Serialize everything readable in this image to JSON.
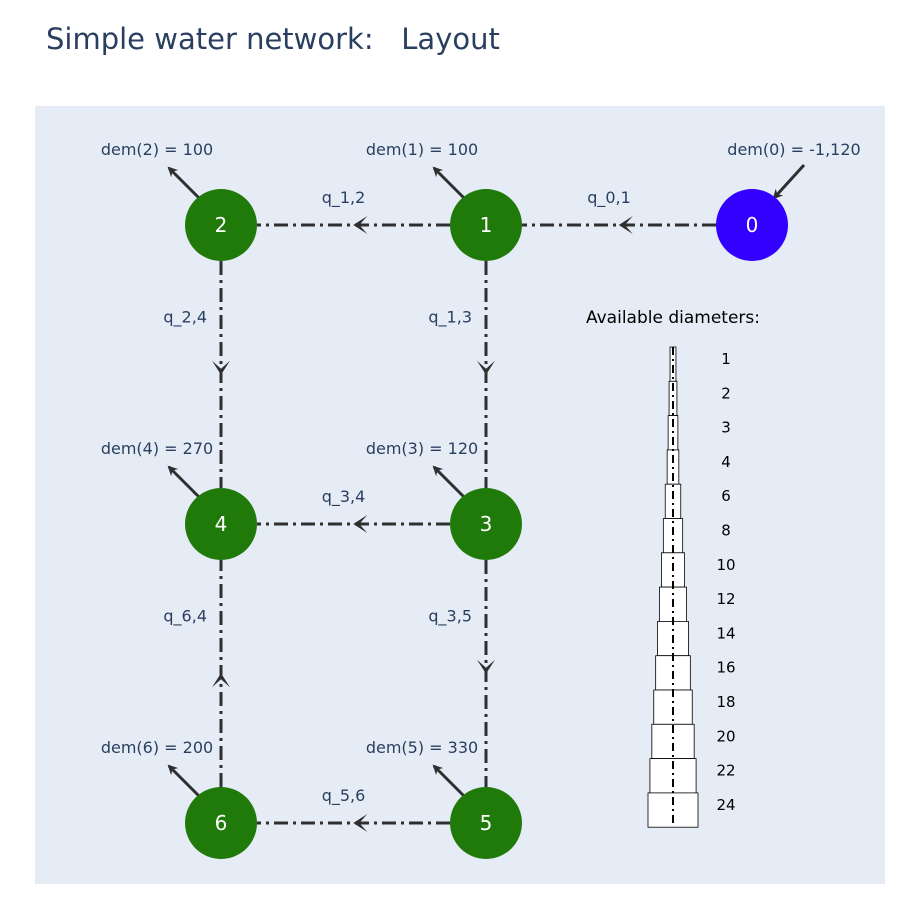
{
  "title": "Simple water network:   Layout",
  "colors": {
    "plot_background": "#e5ecf6",
    "node_supply": "#3300ff",
    "node_demand": "#1f7a0a",
    "edge": "#2f2f2f",
    "text": "#2a3f5f"
  },
  "nodes": [
    {
      "id": "0",
      "label": "0",
      "type": "supply",
      "demand_label": "dem(0) = -1,120",
      "demand": -1120
    },
    {
      "id": "1",
      "label": "1",
      "type": "demand",
      "demand_label": "dem(1) = 100",
      "demand": 100
    },
    {
      "id": "2",
      "label": "2",
      "type": "demand",
      "demand_label": "dem(2) = 100",
      "demand": 100
    },
    {
      "id": "3",
      "label": "3",
      "type": "demand",
      "demand_label": "dem(3) = 120",
      "demand": 120
    },
    {
      "id": "4",
      "label": "4",
      "type": "demand",
      "demand_label": "dem(4) = 270",
      "demand": 270
    },
    {
      "id": "5",
      "label": "5",
      "type": "demand",
      "demand_label": "dem(5) = 330",
      "demand": 330
    },
    {
      "id": "6",
      "label": "6",
      "type": "demand",
      "demand_label": "dem(6) = 200",
      "demand": 200
    }
  ],
  "edges": [
    {
      "from": "0",
      "to": "1",
      "label": "q_0,1"
    },
    {
      "from": "1",
      "to": "2",
      "label": "q_1,2"
    },
    {
      "from": "1",
      "to": "3",
      "label": "q_1,3"
    },
    {
      "from": "2",
      "to": "4",
      "label": "q_2,4"
    },
    {
      "from": "3",
      "to": "4",
      "label": "q_3,4"
    },
    {
      "from": "3",
      "to": "5",
      "label": "q_3,5"
    },
    {
      "from": "6",
      "to": "4",
      "label": "q_6,4"
    },
    {
      "from": "5",
      "to": "6",
      "label": "q_5,6"
    }
  ],
  "legend": {
    "title": "Available diameters:",
    "diameters": [
      "1",
      "2",
      "3",
      "4",
      "6",
      "8",
      "10",
      "12",
      "14",
      "16",
      "18",
      "20",
      "22",
      "24"
    ]
  }
}
